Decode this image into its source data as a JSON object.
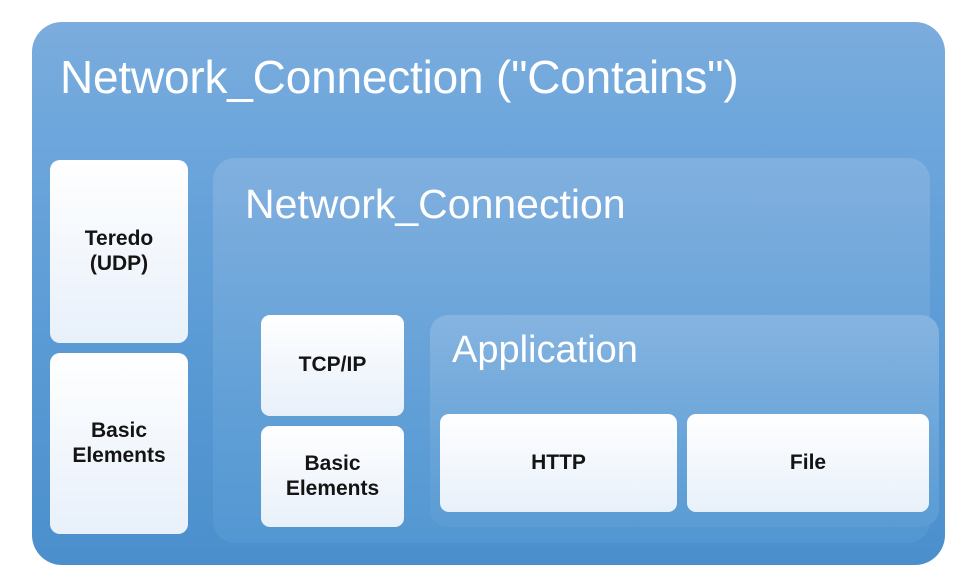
{
  "diagram": {
    "type": "nested-hierarchy",
    "title": "Network_Connection (\"Contains\")",
    "colors": {
      "panel_blue_light": "#7cacdd",
      "panel_blue_dark": "#4a8fcc",
      "inner_panel_blue_light": "#81b0df",
      "inner_panel_blue_dark": "#5397d2",
      "app_panel_blue_light": "#86b4e1",
      "app_panel_blue_dark": "#5a9cd4",
      "leaf_fill": "#eef4fb",
      "title_text": "#ffffff",
      "leaf_text": "#141414"
    },
    "outer": {
      "title": "Network_Connection (\"Contains\")",
      "left_column": [
        {
          "label": "Teredo\n(UDP)"
        },
        {
          "label": "Basic\nElements"
        }
      ],
      "inner": {
        "title": "Network_Connection",
        "left_column": [
          {
            "label": "TCP/IP"
          },
          {
            "label": "Basic\nElements"
          }
        ],
        "application": {
          "title": "Application",
          "items": [
            {
              "label": "HTTP"
            },
            {
              "label": "File"
            }
          ]
        }
      }
    }
  }
}
